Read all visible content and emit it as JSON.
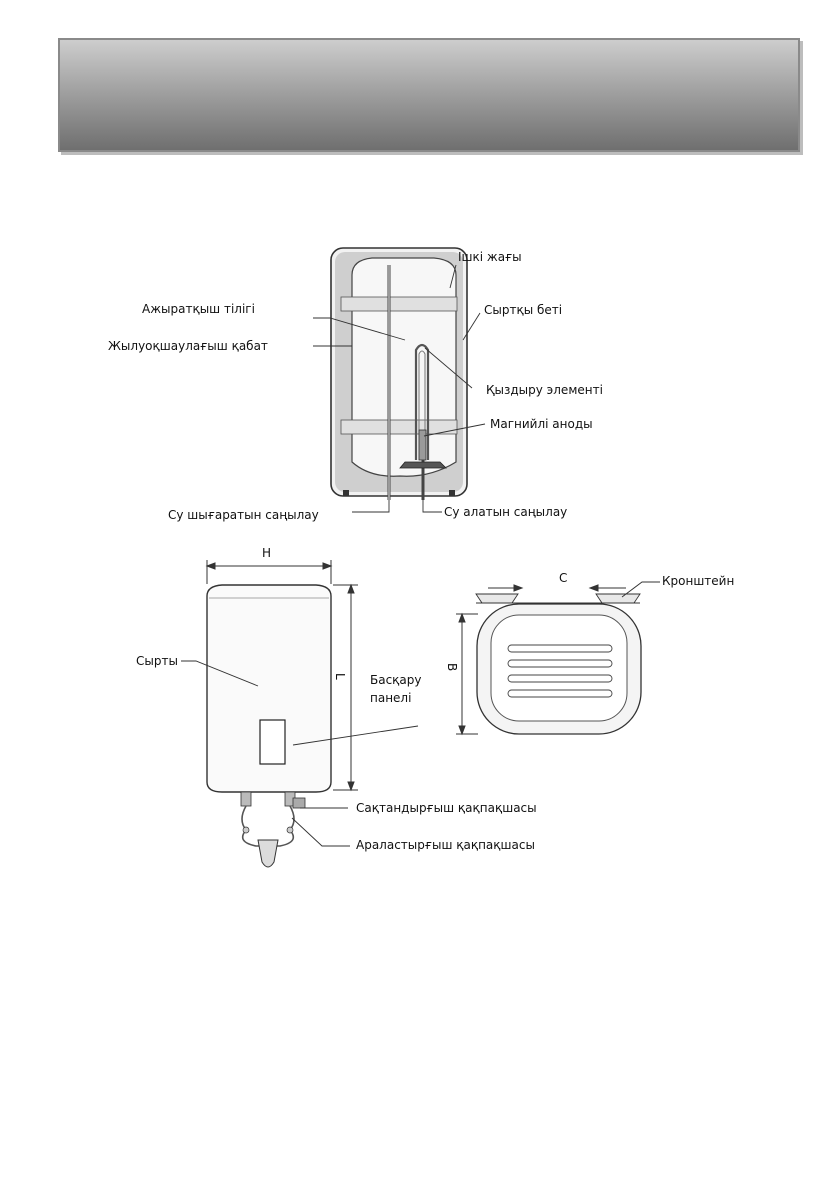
{
  "labels": {
    "inner_tank": "Ішкі жағы",
    "outer_surface": "Сыртқы беті",
    "safety_tongue": "Ажыратқыш тілігі",
    "insulation_layer": "Жылуоқшаулағыш қабат",
    "heating_element": "Қыздыру элементі",
    "magnesium_anode": "Магнийлі аноды",
    "water_outlet": "Су шығаратын саңылау",
    "water_inlet": "Су алатын саңылау",
    "dimension_h": "H",
    "dimension_l": "L",
    "dimension_c": "C",
    "dimension_b": "B",
    "bracket": "Кронштейн",
    "outer_casing": "Сырты",
    "control_panel_line1": "Басқару",
    "control_panel_line2": "панелі",
    "safety_valve": "Сақтандырғыш қақпақшасы",
    "mixing_valve": "Араластырғыш қақпақшасы"
  },
  "colors": {
    "banner_top": "#cdcdcd",
    "banner_bottom": "#6f6f6f",
    "line": "#333333"
  }
}
